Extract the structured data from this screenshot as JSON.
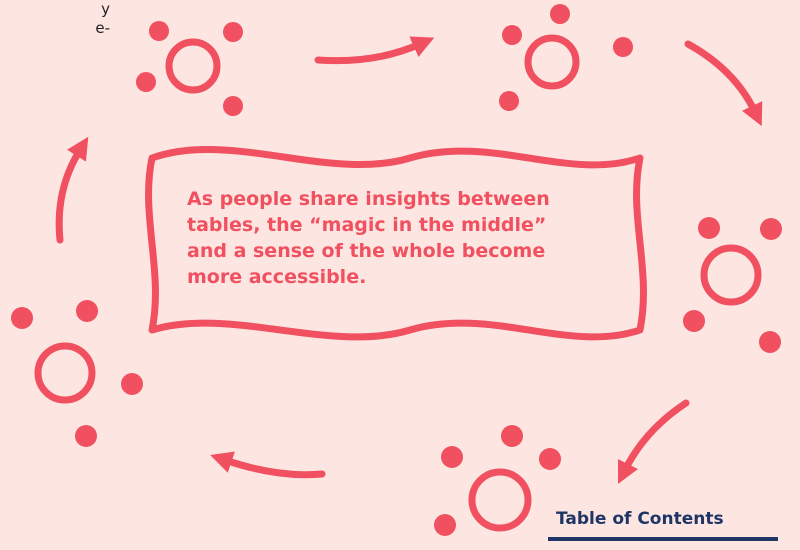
{
  "page_fragment": [
    "y",
    "e-"
  ],
  "callout": {
    "lines": [
      "As people share insights between",
      "tables, the “magic in the middle”",
      "and a sense of the whole become",
      "more accessible."
    ]
  },
  "nav": {
    "toc_label": "Table of Contents"
  },
  "colors": {
    "accent": "#f0505f",
    "background": "#fde6e1",
    "link": "#1f3566"
  },
  "icons": [
    "table-group-icon",
    "circular-arrow-icon"
  ]
}
